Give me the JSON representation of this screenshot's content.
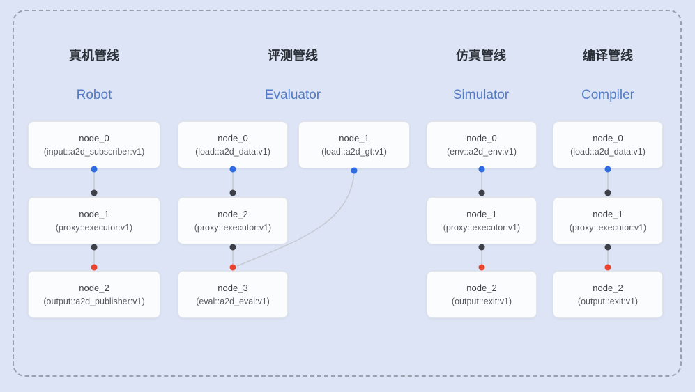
{
  "diagram": {
    "pipelines": [
      {
        "title_zh": "真机管线",
        "title_en": "Robot",
        "nodes": [
          {
            "title": "node_0",
            "subtitle": "(input::a2d_subscriber:v1)"
          },
          {
            "title": "node_1",
            "subtitle": "(proxy::executor:v1)"
          },
          {
            "title": "node_2",
            "subtitle": "(output::a2d_publisher:v1)"
          }
        ]
      },
      {
        "title_zh": "评测管线",
        "title_en": "Evaluator",
        "nodes": [
          {
            "title": "node_0",
            "subtitle": "(load::a2d_data:v1)"
          },
          {
            "title": "node_1",
            "subtitle": "(load::a2d_gt:v1)"
          },
          {
            "title": "node_2",
            "subtitle": "(proxy::executor:v1)"
          },
          {
            "title": "node_3",
            "subtitle": "(eval::a2d_eval:v1)"
          }
        ]
      },
      {
        "title_zh": "仿真管线",
        "title_en": "Simulator",
        "nodes": [
          {
            "title": "node_0",
            "subtitle": "(env::a2d_env:v1)"
          },
          {
            "title": "node_1",
            "subtitle": "(proxy::executor:v1)"
          },
          {
            "title": "node_2",
            "subtitle": "(output::exit:v1)"
          }
        ]
      },
      {
        "title_zh": "编译管线",
        "title_en": "Compiler",
        "nodes": [
          {
            "title": "node_0",
            "subtitle": "(load::a2d_data:v1)"
          },
          {
            "title": "node_1",
            "subtitle": "(proxy::executor:v1)"
          },
          {
            "title": "node_2",
            "subtitle": "(output::exit:v1)"
          }
        ]
      }
    ]
  },
  "colors": {
    "canvas_bg": "#dce4f5",
    "frame_border": "#99a1ae",
    "node_bg": "#fbfcfd",
    "node_border": "#e3e4e8",
    "port_blue": "#2e6be2",
    "port_dark": "#3d4046",
    "port_red": "#e8432e",
    "edge": "#c5cad3",
    "header_zh": "#2b2f36",
    "header_en": "#527cc6"
  }
}
